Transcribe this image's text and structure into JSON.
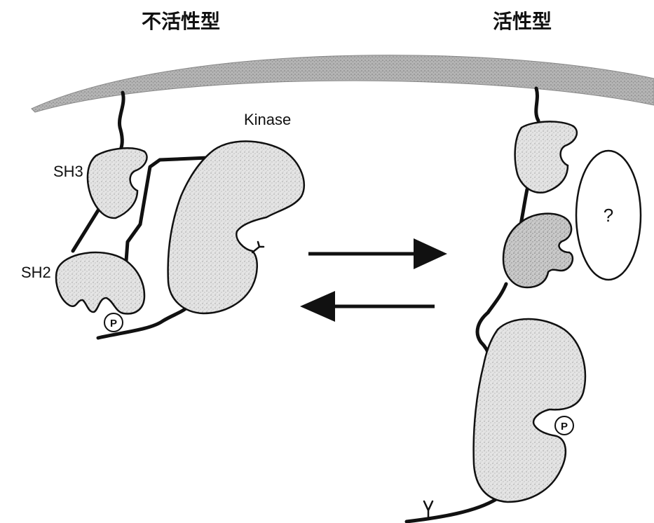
{
  "titles": {
    "inactive": "不活性型",
    "active": "活性型"
  },
  "labels": {
    "kinase": "Kinase",
    "sh3": "SH3",
    "sh2": "SH2",
    "phospho_inactive": "P",
    "phospho_active": "P",
    "unknown_partner": "?"
  },
  "colors": {
    "membrane": "#a8a8a8",
    "domain_fill": "#e2e2e2",
    "domain_fill_dark": "#c6c6c6",
    "outline": "#111111"
  }
}
